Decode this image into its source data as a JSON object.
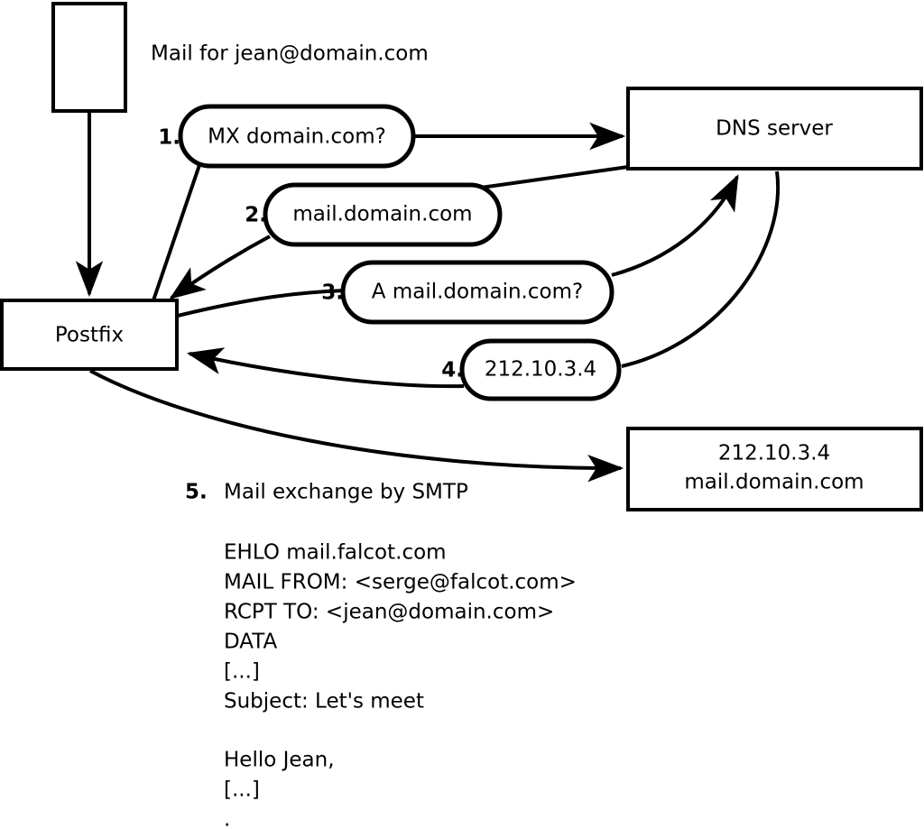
{
  "diagram": {
    "title_text": "Mail for jean@domain.com",
    "nodes": [
      {
        "id": "client",
        "label": ""
      },
      {
        "id": "postfix",
        "label": "Postfix"
      },
      {
        "id": "dns",
        "label": "DNS server"
      },
      {
        "id": "mailserver",
        "label_line1": "212.10.3.4",
        "label_line2": "mail.domain.com"
      }
    ],
    "steps": [
      {
        "num": "1.",
        "label": "MX domain.com?"
      },
      {
        "num": "2.",
        "label": "mail.domain.com"
      },
      {
        "num": "3.",
        "label": "A mail.domain.com?"
      },
      {
        "num": "4.",
        "label": "212.10.3.4"
      }
    ],
    "step5": {
      "num": "5.",
      "label": "Mail exchange by SMTP"
    },
    "smtp_transcript": [
      "EHLO mail.falcot.com",
      "MAIL FROM: <serge@falcot.com>",
      "RCPT TO: <jean@domain.com>",
      "DATA",
      "[...]",
      "Subject: Let's meet",
      "",
      "Hello Jean,",
      "[...]",
      "."
    ],
    "colors": {
      "stroke": "#000000",
      "fill": "#ffffff",
      "text": "#000000"
    }
  }
}
